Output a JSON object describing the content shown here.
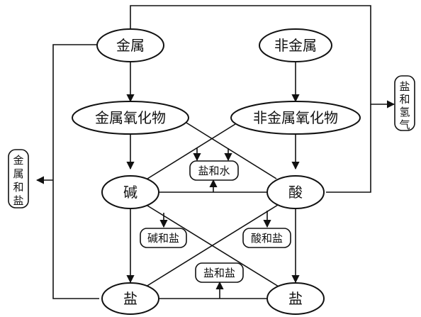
{
  "nodes": {
    "metal": "金属",
    "nonmetal": "非金属",
    "metal_oxide": "金属氧化物",
    "nonmetal_oxide": "非金属氧化物",
    "base": "碱",
    "acid": "酸",
    "salt_left": "盐",
    "salt_right": "盐"
  },
  "products": {
    "salt_water": "盐和水",
    "base_salt": "碱和盐",
    "acid_salt": "酸和盐",
    "salt_salt": "盐和盐",
    "salt_hydrogen": [
      "盐",
      "和",
      "氢",
      "气"
    ],
    "metal_salt": [
      "金",
      "属",
      "和",
      "盐"
    ]
  },
  "colors": {
    "line": "#111111",
    "background": "#ffffff"
  }
}
